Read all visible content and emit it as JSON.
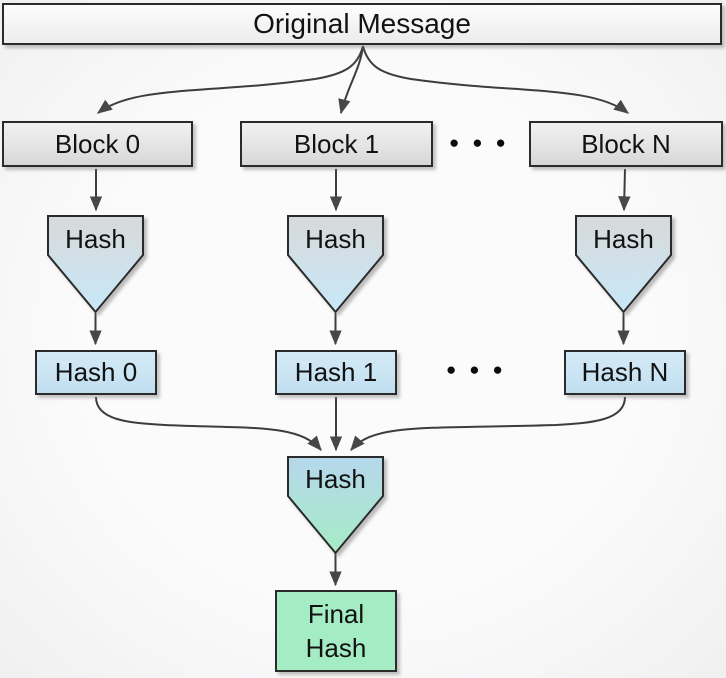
{
  "diagram": {
    "title": "Original Message",
    "funnel_label": "Hash",
    "blocks": [
      {
        "label": "Block 0"
      },
      {
        "label": "Block 1"
      },
      {
        "label": "Block N"
      }
    ],
    "hash_outputs": [
      {
        "label": "Hash 0"
      },
      {
        "label": "Hash 1"
      },
      {
        "label": "Hash N"
      }
    ],
    "ellipsis": "●●●",
    "final_hash_label": "Final\nHash",
    "colors": {
      "bg": "#f4f4f5",
      "border": "#2b2b2b",
      "arrow": "#3d3d3d",
      "arrowhead": "#474747",
      "text": "#121212",
      "title-fill-top": "#fdfdfd",
      "title-fill-bottom": "#ececed",
      "block-fill-top": "#f1f1f1",
      "block-fill-bottom": "#d7d7d8",
      "hash-fill": "#c9e4f3",
      "final-fill": "#a4edc4",
      "funnel-top": "#d7d9d9",
      "funnel-bottom": "#c9e7f6",
      "final-funnel-top": "#b6d7ec",
      "final-funnel-bottom": "#a6ecc6"
    }
  }
}
